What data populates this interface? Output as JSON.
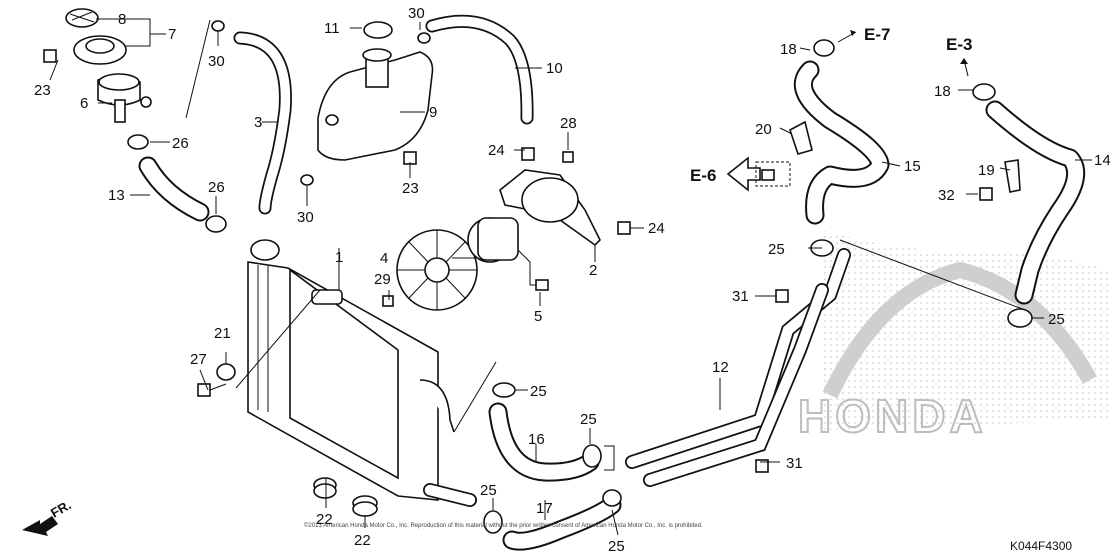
{
  "diagram": {
    "callouts": [
      "1",
      "2",
      "3",
      "4",
      "5",
      "6",
      "7",
      "8",
      "9",
      "10",
      "11",
      "12",
      "13",
      "14",
      "15",
      "16",
      "17",
      "18",
      "18",
      "19",
      "20",
      "21",
      "22",
      "22",
      "23",
      "23",
      "24",
      "24",
      "25",
      "25",
      "25",
      "25",
      "25",
      "26",
      "26",
      "27",
      "28",
      "29",
      "30",
      "30",
      "30",
      "31",
      "31",
      "32"
    ],
    "refs": {
      "e7": "E-7",
      "e3": "E-3",
      "e6": "E-6"
    },
    "front_marker": "FR.",
    "catalog_code": "K044F4300",
    "copyright": "©2013 American Honda Motor Co., Inc. Reproduction of this material without the prior written consent of American Honda Motor Co., Inc. is prohibited.",
    "watermark": "HONDA"
  }
}
